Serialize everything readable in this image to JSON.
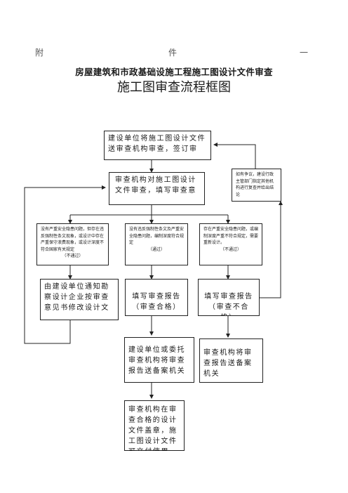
{
  "header": {
    "left": "附",
    "mid": "件",
    "right": "一"
  },
  "title": "房屋建筑和市政基础设施工程施工图设计文件审查",
  "subtitle": "施工图审查流程框图",
  "boxes": {
    "submit": "建设单位将施工图设计文件送审查机构审查，签订审",
    "review": "审查机构对施工图设计文件审查，填写审查意",
    "dispute": "如有争议，建设行政主管部门指定其他机构进行复查并给出结论",
    "cond_a": {
      "text": "没有严重安全隐患问题，但存在违反强制性条文现象，或设计中存在严重保守浪费现象，或设计深度不符合国家有关规定",
      "status": "（不通过）"
    },
    "cond_b": {
      "text": "没有违反强制性条文及严重安全隐患问题，编制深度符合规定",
      "status": "（通过）"
    },
    "cond_c": {
      "text": "存在严重安全隐患问题，或编制深度严重不符合规定，需要重新设计。",
      "status": "（不通过）"
    },
    "notify": "由建设单位通知勘察设计企业按审查意见书修改设计文",
    "report_pass": "填写审查报告（审查合格）",
    "report_fail": "填写审查报告（审查不合格）",
    "entrust": "建设单位或委托审查机构将审查报告送备案机关",
    "send_report": "审查机构将审查报告送备案机关",
    "stamp": "审查机构在审查合格的设计文件盖章，施工图设计文件可交付使用"
  }
}
